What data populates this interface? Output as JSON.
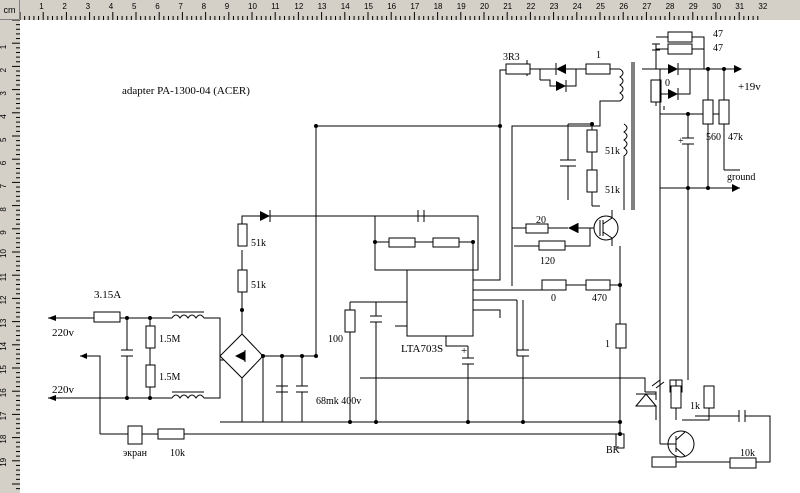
{
  "corner_label": "cm",
  "ruler": {
    "h_numbers": [
      "1",
      "2",
      "3",
      "4",
      "5",
      "6",
      "7",
      "8",
      "9",
      "10",
      "11",
      "12",
      "13",
      "14",
      "15",
      "16",
      "17",
      "18",
      "19",
      "20",
      "21",
      "22",
      "23",
      "24",
      "25",
      "26",
      "27",
      "28",
      "29",
      "30",
      "31",
      "32"
    ],
    "v_numbers": [
      "1",
      "2",
      "3",
      "4",
      "5",
      "6",
      "7",
      "8",
      "9",
      "10",
      "11",
      "12",
      "13",
      "14",
      "15",
      "16",
      "17",
      "18",
      "19"
    ]
  },
  "schematic": {
    "title": "adapter PA-1300-04 (ACER)",
    "ic_label": "LTA703S",
    "output_voltage": "+19v",
    "ground_label": "ground",
    "ac_input_top": "220v",
    "ac_input_bottom": "220v",
    "fuse": "3.15A",
    "screen_label": "экран",
    "components": {
      "r_1_5m_a": "1.5M",
      "r_1_5m_b": "1.5M",
      "r_51k_a": "51k",
      "r_51k_b": "51k",
      "r_100": "100",
      "c_bulk": "68mk 400v",
      "r_3r3": "3R3",
      "r_1_top": "1",
      "r_51k_fb_a": "51k",
      "r_51k_fb_b": "51k",
      "r_20": "20",
      "r_120": "120",
      "r_0": "0",
      "r_470": "470",
      "r_1_sense": "1",
      "r_10k_screen": "10k",
      "r_10k_out": "10k",
      "r_1k": "1k",
      "r_560": "560",
      "r_47k": "47k",
      "r_47_a": "47",
      "r_47_b": "47",
      "r_0_out": "0",
      "fuse_bk": "BK",
      "plus_sign": "+",
      "cap_plus": "+"
    }
  }
}
